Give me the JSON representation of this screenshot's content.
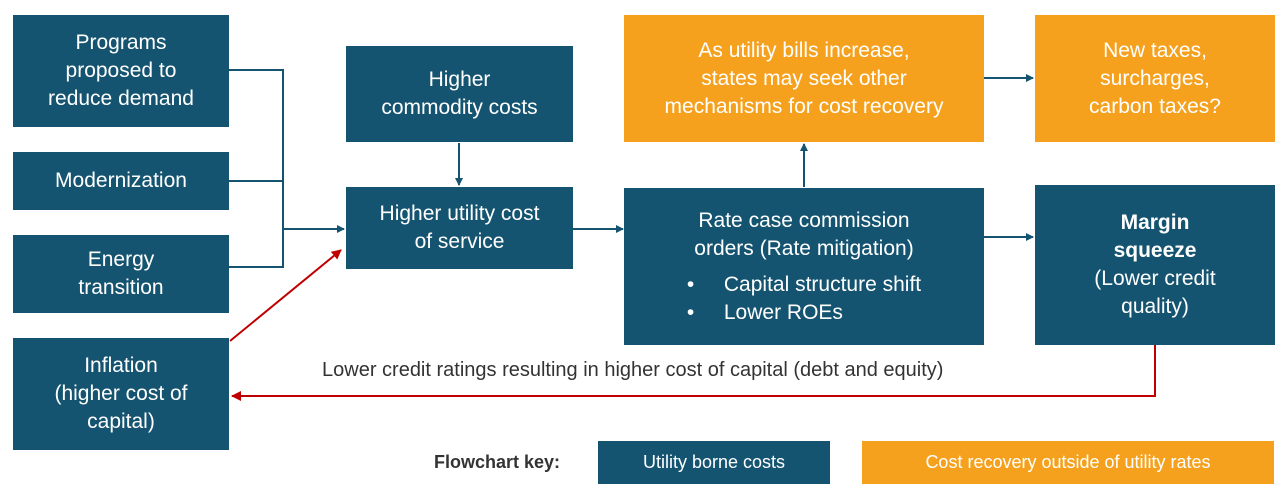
{
  "nodes": {
    "programs": {
      "lines": [
        "Programs",
        "proposed to",
        "reduce demand"
      ]
    },
    "modernization": {
      "lines": [
        "Modernization"
      ]
    },
    "energy_transition": {
      "lines": [
        "Energy",
        "transition"
      ]
    },
    "inflation": {
      "lines": [
        "Inflation",
        "(higher cost of",
        "capital)"
      ]
    },
    "commodity": {
      "lines": [
        "Higher",
        "commodity costs"
      ]
    },
    "utility_cost": {
      "lines": [
        "Higher utility cost",
        "of service"
      ]
    },
    "rate_case": {
      "lines": [
        "Rate case commission",
        "orders (Rate mitigation)"
      ],
      "bullets": [
        "Capital structure shift",
        "Lower ROEs"
      ],
      "bullet_char": "•"
    },
    "margin": {
      "bold_lines": [
        "Margin",
        "squeeze"
      ],
      "lines": [
        "(Lower credit",
        "quality)"
      ]
    },
    "utility_bills": {
      "lines": [
        "As utility bills increase,",
        "states may seek other",
        "mechanisms for cost recovery"
      ]
    },
    "new_taxes": {
      "lines": [
        "New taxes,",
        "surcharges,",
        "carbon taxes?"
      ]
    }
  },
  "feedback_label": "Lower credit ratings resulting in higher cost of capital (debt and equity)",
  "key": {
    "label": "Flowchart key:",
    "utility_borne": "Utility borne costs",
    "cost_recovery": "Cost recovery outside of utility rates"
  },
  "colors": {
    "blue": "#155470",
    "orange": "#F5A11E",
    "connector": "#155470",
    "feedback_arrow": "#C00000"
  }
}
